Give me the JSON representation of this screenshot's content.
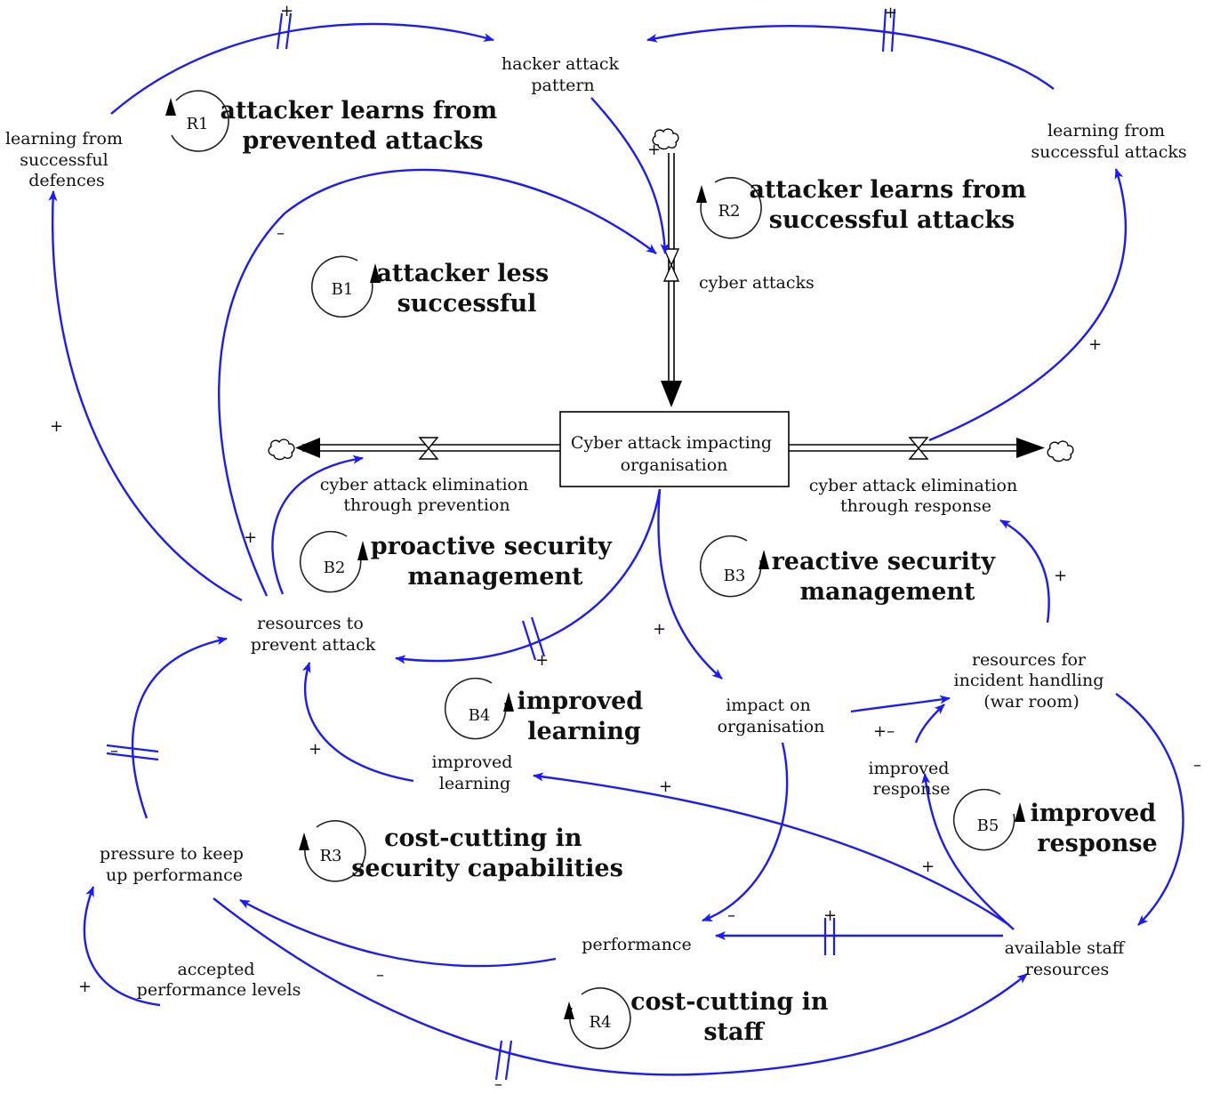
{
  "variables": {
    "hacker_attack_pattern": [
      "hacker attack",
      "pattern"
    ],
    "learning_successful_defences": [
      "learning from",
      "successful",
      "defences"
    ],
    "learning_successful_attacks": [
      "learning from",
      "successful attacks"
    ],
    "cyber_attacks": [
      "cyber attacks"
    ],
    "stock": [
      "Cyber attack impacting",
      "organisation"
    ],
    "elimination_prevention": [
      "cyber attack elimination",
      "through prevention"
    ],
    "elimination_response": [
      "cyber attack elimination",
      "through response"
    ],
    "resources_prevent": [
      "resources to",
      "prevent attack"
    ],
    "impact": [
      "impact on",
      "organisation"
    ],
    "resources_incident": [
      "resources for",
      "incident handling",
      "(war room)"
    ],
    "improved_response": [
      "improved",
      "response"
    ],
    "improved_learning": [
      "improved",
      "learning"
    ],
    "pressure": [
      "pressure to keep",
      "up performance"
    ],
    "performance": [
      "performance"
    ],
    "available_staff": [
      "available staff",
      "resources"
    ],
    "accepted_levels": [
      "accepted",
      "performance levels"
    ]
  },
  "loops": [
    {
      "id": "R1",
      "name": [
        "attacker learns from",
        "prevented attacks"
      ]
    },
    {
      "id": "R2",
      "name": [
        "attacker learns from",
        "successful attacks"
      ]
    },
    {
      "id": "B1",
      "name": [
        "attacker less",
        "successful"
      ]
    },
    {
      "id": "B2",
      "name": [
        "proactive security",
        "management"
      ]
    },
    {
      "id": "B3",
      "name": [
        "reactive security",
        "management"
      ]
    },
    {
      "id": "B4",
      "name": [
        "improved",
        "learning"
      ]
    },
    {
      "id": "R3",
      "name": [
        "cost-cutting in",
        "security capabilities"
      ]
    },
    {
      "id": "B5",
      "name": [
        "improved",
        "response"
      ]
    },
    {
      "id": "R4",
      "name": [
        "cost-cutting in",
        "staff"
      ]
    }
  ],
  "polarities": {
    "plus": "+",
    "minus": "–",
    "plusminus": "+–"
  },
  "colors": {
    "link": "#1a1aff",
    "text": "#111111",
    "background": "#ffffff"
  }
}
